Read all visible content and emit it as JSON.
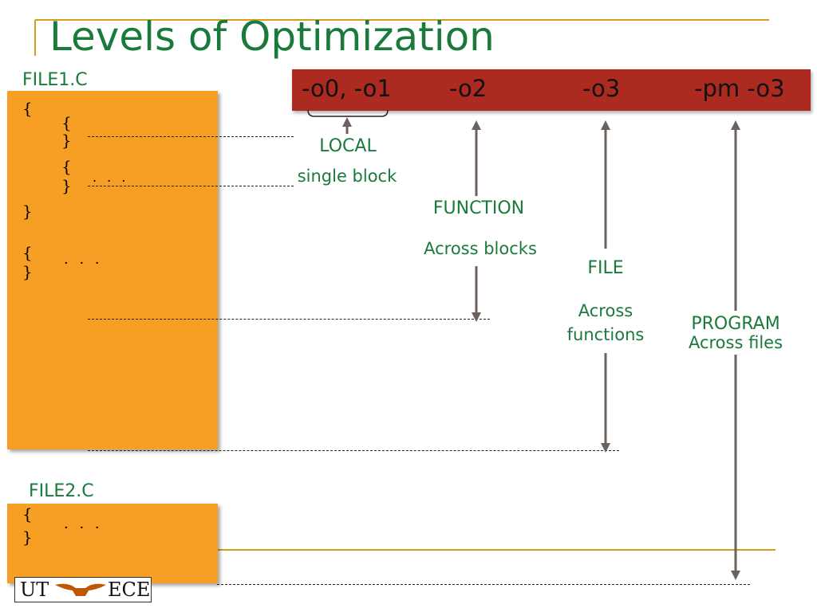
{
  "slide": {
    "title": "Levels of Optimization",
    "accent_color": "#1a7a3c",
    "frame_color": "#d4a017"
  },
  "file1": {
    "name": "FILE1.C",
    "box_color": "#f79f25",
    "braces": [
      "{",
      "{",
      "}",
      "{",
      "}",
      "}",
      "{",
      "}"
    ],
    "dots": [
      ". . .",
      "·  ·  ·"
    ]
  },
  "file2": {
    "name": "FILE2.C",
    "braces": [
      "{",
      "}"
    ],
    "dots": "·  ·  ·"
  },
  "options_bar": {
    "color": "#ad2a20",
    "options": [
      "-o0, -o1",
      "-o2",
      "-o3",
      "-pm -o3"
    ]
  },
  "levels": {
    "local": {
      "name": "LOCAL",
      "scope": "single  block"
    },
    "function": {
      "name": "FUNCTION",
      "scope": "Across blocks"
    },
    "file": {
      "name": "FILE",
      "scope_line1": "Across",
      "scope_line2": "functions"
    },
    "program": {
      "name": "PROGRAM",
      "scope": "Across files"
    }
  },
  "logo": {
    "left_text": "UT",
    "right_text": "ECE",
    "icon": "longhorn-icon"
  }
}
